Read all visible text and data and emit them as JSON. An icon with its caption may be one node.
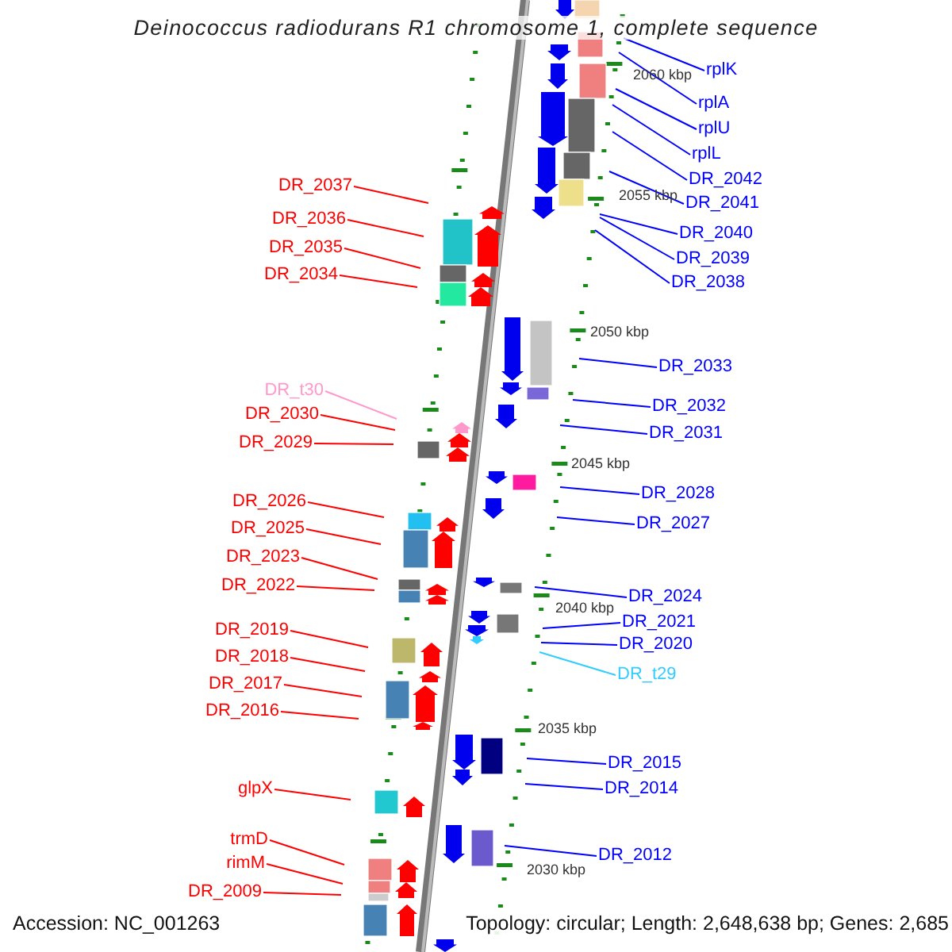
{
  "diagram": {
    "title": "Deinococcus radiodurans R1 chromosome 1, complete sequence",
    "nodes": [
      {
        "text": [
          "rplK"
        ]
      },
      {
        "text": [
          "rplA"
        ]
      },
      {
        "text": [
          "rplU"
        ]
      },
      {
        "text": [
          "rplL"
        ]
      },
      {
        "text": [
          "DR_2042"
        ]
      },
      {
        "text": [
          "DR_2037"
        ]
      },
      {
        "text": [
          "DR_2041"
        ]
      },
      {
        "text": [
          "DR_2036"
        ]
      },
      {
        "text": [
          "DR_2040"
        ]
      },
      {
        "text": [
          "DR_2035"
        ]
      },
      {
        "text": [
          "DR_2039"
        ]
      },
      {
        "text": [
          "DR_2034"
        ]
      },
      {
        "text": [
          "DR_2038"
        ]
      },
      {
        "text": [
          "DR_2033"
        ]
      },
      {
        "text": [
          "DR_t30"
        ]
      },
      {
        "text": [
          "DR_2032"
        ]
      },
      {
        "text": [
          "DR_2030"
        ]
      },
      {
        "text": [
          "DR_2031"
        ]
      },
      {
        "text": [
          "DR_2029"
        ]
      },
      {
        "text": [
          "DR_2028"
        ]
      },
      {
        "text": [
          "DR_2026"
        ]
      },
      {
        "text": [
          "DR_2027"
        ]
      },
      {
        "text": [
          "DR_2025"
        ]
      },
      {
        "text": [
          "DR_2023"
        ]
      },
      {
        "text": [
          "DR_2022"
        ]
      },
      {
        "text": [
          "DR_2024"
        ]
      },
      {
        "text": [
          "DR_2021"
        ]
      },
      {
        "text": [
          "DR_2019"
        ]
      },
      {
        "text": [
          "DR_2020"
        ]
      },
      {
        "text": [
          "DR_2018"
        ]
      },
      {
        "text": [
          "DR_t29"
        ]
      },
      {
        "text": [
          "DR_2017"
        ]
      },
      {
        "text": [
          "DR_2016"
        ]
      },
      {
        "text": [
          "DR_2015"
        ]
      },
      {
        "text": [
          "glpX"
        ]
      },
      {
        "text": [
          "DR_2014"
        ]
      },
      {
        "text": [
          "trmD"
        ]
      },
      {
        "text": [
          "DR_2012"
        ]
      },
      {
        "text": [
          "rimM"
        ]
      },
      {
        "text": [
          "DR_2009"
        ]
      }
    ],
    "edges": [
      {
        "from": 0,
        "to": null,
        "arrow": "none"
      },
      {
        "from": 1,
        "to": null,
        "arrow": "none"
      },
      {
        "from": 2,
        "to": null,
        "arrow": "none"
      },
      {
        "from": 3,
        "to": null,
        "arrow": "none"
      },
      {
        "from": 4,
        "to": null,
        "arrow": "none"
      },
      {
        "from": 5,
        "to": null,
        "arrow": "none",
        "color": "#ff0000"
      },
      {
        "from": 6,
        "to": null,
        "arrow": "none"
      },
      {
        "from": 7,
        "to": null,
        "arrow": "none",
        "color": "#ff0000"
      },
      {
        "from": 8,
        "to": null,
        "arrow": "none"
      },
      {
        "from": 9,
        "to": null,
        "arrow": "none",
        "color": "#ff0000"
      },
      {
        "from": 10,
        "to": null,
        "arrow": "none"
      },
      {
        "from": 11,
        "to": null,
        "arrow": "none",
        "color": "#ff0000"
      },
      {
        "from": 12,
        "to": null,
        "arrow": "none"
      },
      {
        "from": 13,
        "to": null,
        "arrow": "none"
      },
      {
        "from": 14,
        "to": null,
        "arrow": "none",
        "color": "#ff99cc"
      },
      {
        "from": 15,
        "to": null,
        "arrow": "none"
      },
      {
        "from": 16,
        "to": null,
        "arrow": "none",
        "color": "#ff0000"
      },
      {
        "from": 17,
        "to": null,
        "arrow": "none"
      },
      {
        "from": 18,
        "to": null,
        "arrow": "none",
        "color": "#ff0000"
      },
      {
        "from": 19,
        "to": null,
        "arrow": "none"
      },
      {
        "from": 20,
        "to": null,
        "arrow": "none",
        "color": "#ff0000"
      },
      {
        "from": 21,
        "to": null,
        "arrow": "none"
      },
      {
        "from": 22,
        "to": null,
        "arrow": "none",
        "color": "#ff0000"
      },
      {
        "from": 23,
        "to": null,
        "arrow": "none",
        "color": "#ff0000"
      },
      {
        "from": 24,
        "to": null,
        "arrow": "none",
        "color": "#ff0000"
      },
      {
        "from": 25,
        "to": null,
        "arrow": "none"
      },
      {
        "from": 26,
        "to": null,
        "arrow": "none"
      },
      {
        "from": 27,
        "to": null,
        "arrow": "none",
        "color": "#ff0000"
      },
      {
        "from": 28,
        "to": null,
        "arrow": "none"
      },
      {
        "from": 29,
        "to": null,
        "arrow": "none",
        "color": "#ff0000"
      },
      {
        "from": 30,
        "to": null,
        "arrow": "none",
        "color": "#33ccff"
      },
      {
        "from": 31,
        "to": null,
        "arrow": "none",
        "color": "#ff0000"
      },
      {
        "from": 32,
        "to": null,
        "arrow": "none",
        "color": "#ff0000"
      },
      {
        "from": 33,
        "to": null,
        "arrow": "none"
      },
      {
        "from": 34,
        "to": null,
        "arrow": "none",
        "color": "#ff0000"
      },
      {
        "from": 35,
        "to": null,
        "arrow": "none"
      },
      {
        "from": 36,
        "to": null,
        "arrow": "none",
        "color": "#ff0000"
      },
      {
        "from": 37,
        "to": null,
        "arrow": "none"
      },
      {
        "from": 38,
        "to": null,
        "arrow": "none",
        "color": "#ff0000"
      },
      {
        "from": 39,
        "to": null,
        "arrow": "none",
        "color": "#ff0000"
      }
    ],
    "labels": [
      "2060 kbp",
      "2055 kbp",
      "2050 kbp",
      "2045 kbp",
      "2040 kbp",
      "2035 kbp",
      "2030 kbp",
      "Accession: NC_001263",
      "Topology: circular; Length: 2,648,638 bp; Genes: 2,685"
    ]
  }
}
